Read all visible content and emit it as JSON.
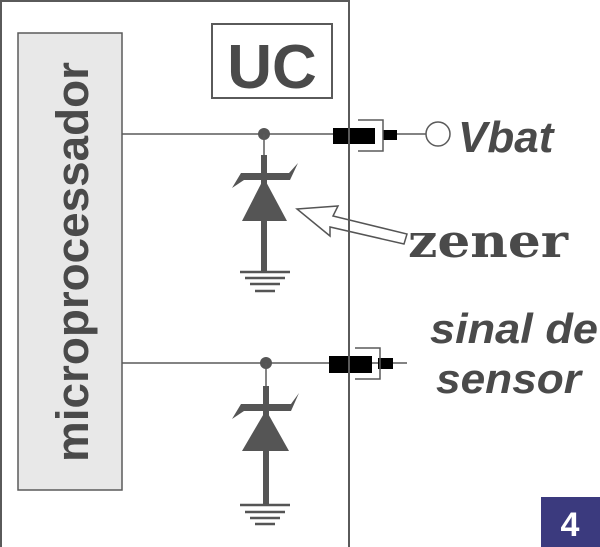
{
  "diagram": {
    "unit_label": "UC",
    "processor_label": "microprocessador",
    "supply_label": "Vbat",
    "component_label": "zener",
    "signal_label_line1": "sinal de",
    "signal_label_line2": "sensor",
    "figure_number": "4"
  },
  "colors": {
    "line": "#5a5a5a",
    "symbol": "#555555",
    "text": "#4a4a4a",
    "processor_fill": "#e8e8e8",
    "connector": "#000000",
    "badge": "#3b3a7e"
  }
}
